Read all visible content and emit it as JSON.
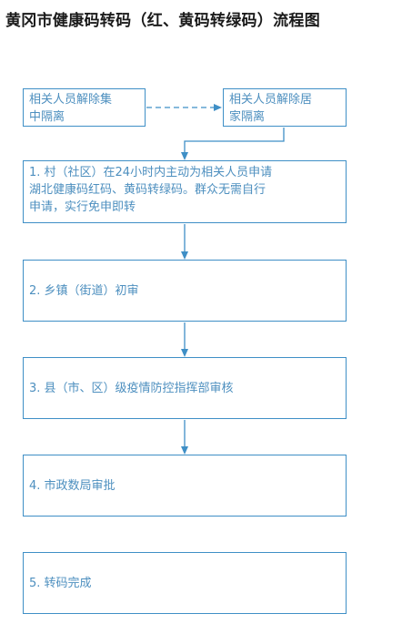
{
  "title": "黄冈市健康码转码（红、黄码转绿码）流程图",
  "colors": {
    "line": "#3f8fc6",
    "text": "#4d8fbf"
  },
  "top_boxes": {
    "left": {
      "line1": "相关人员解除集",
      "line2": "中隔离"
    },
    "right": {
      "line1": "相关人员解除居",
      "line2": "家隔离"
    }
  },
  "steps": [
    {
      "lines": [
        "1. 村（社区）在24小时内主动为相关人员申请",
        "湖北健康码红码、黄码转绿码。群众无需自行",
        "申请，实行免申即转"
      ]
    },
    {
      "lines": [
        "2. 乡镇（街道）初审"
      ]
    },
    {
      "lines": [
        "3. 县（市、区）级疫情防控指挥部审核"
      ]
    },
    {
      "lines": [
        "4. 市政数局审批"
      ]
    },
    {
      "lines": [
        "5. 转码完成"
      ]
    }
  ]
}
